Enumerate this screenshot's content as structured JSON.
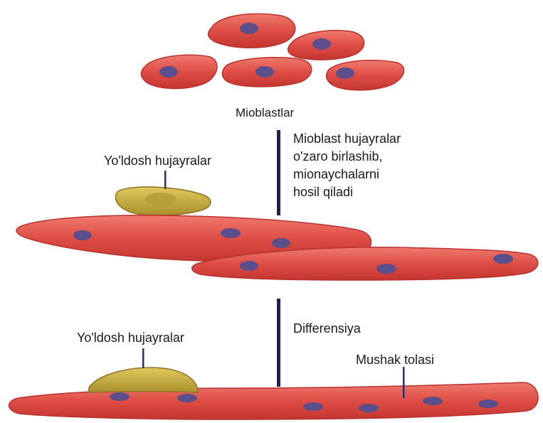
{
  "labels": {
    "myoblasts": "Mioblastlar",
    "step1": [
      "Mioblast hujayralar",
      "o'zaro birlashib,",
      "mionaychalarni",
      "hosil qiladi"
    ],
    "satellite_top": "Yo'ldosh hujayralar",
    "step2": "Differensiya",
    "satellite_bottom": "Yo'ldosh hujayralar",
    "muscle_fiber": "Mushak tolasi"
  },
  "colors": {
    "cell_fill": "#e0524a",
    "cell_stroke": "#b8322e",
    "nucleus": "#5a4f8a",
    "satellite_fill": "#c9b24a",
    "arrow": "#1e2258",
    "pointer": "#2a2f6e"
  }
}
